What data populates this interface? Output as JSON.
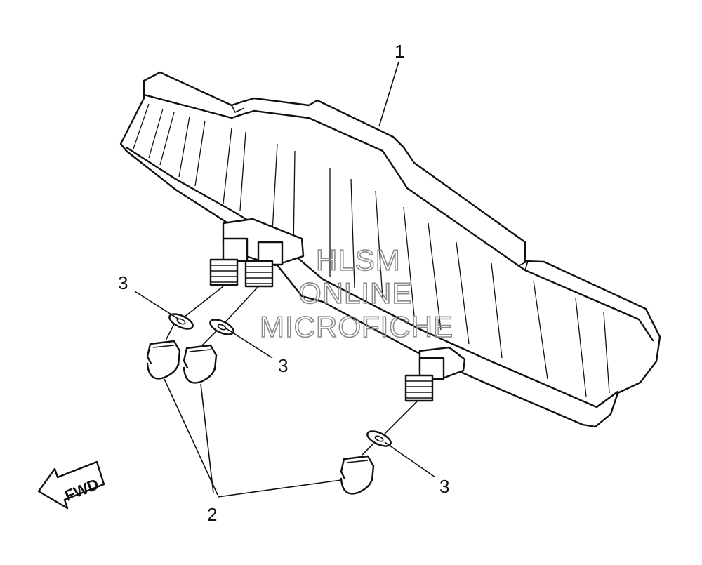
{
  "diagram": {
    "parts": [
      {
        "id": "1",
        "label": "1"
      },
      {
        "id": "2",
        "label": "2"
      },
      {
        "id": "3a",
        "label": "3"
      },
      {
        "id": "3b",
        "label": "3"
      },
      {
        "id": "3c",
        "label": "3"
      }
    ],
    "direction_arrow": {
      "text": "FWD"
    },
    "watermark": {
      "line1": "HLSM",
      "line2": "ONLINE",
      "line3": "MICROFICHE"
    }
  }
}
